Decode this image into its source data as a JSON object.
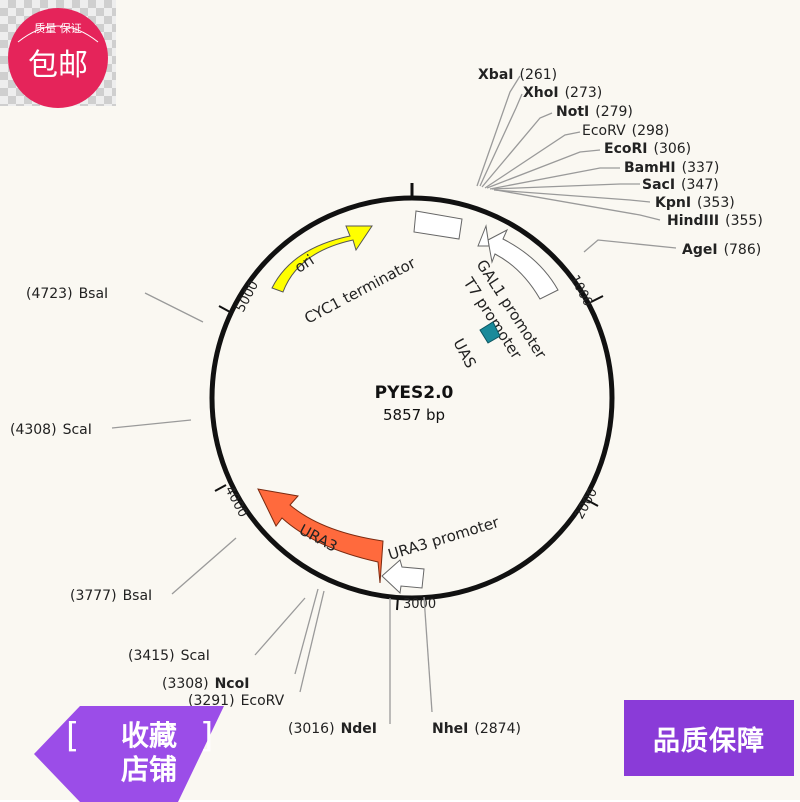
{
  "plasmid": {
    "name": "PYES2.0",
    "size": "5857 bp",
    "length": 5857,
    "ticks": [
      {
        "value": 1000,
        "label": "1000"
      },
      {
        "value": 2000,
        "label": "2000"
      },
      {
        "value": 3000,
        "label": "3000"
      },
      {
        "value": 4000,
        "label": "4000"
      },
      {
        "value": 5000,
        "label": "5000"
      }
    ]
  },
  "sites": [
    {
      "id": "xbai",
      "name": "XbaI",
      "pos": "(261)",
      "bold": true
    },
    {
      "id": "xhoi",
      "name": "XhoI",
      "pos": "(273)",
      "bold": true
    },
    {
      "id": "noti",
      "name": "NotI",
      "pos": "(279)",
      "bold": true
    },
    {
      "id": "ecorv1",
      "name": "EcoRV",
      "pos": "(298)",
      "bold": false
    },
    {
      "id": "ecori",
      "name": "EcoRI",
      "pos": "(306)",
      "bold": true
    },
    {
      "id": "bamhi",
      "name": "BamHI",
      "pos": "(337)",
      "bold": true
    },
    {
      "id": "saci",
      "name": "SacI",
      "pos": "(347)",
      "bold": true
    },
    {
      "id": "kpni",
      "name": "KpnI",
      "pos": "(353)",
      "bold": true
    },
    {
      "id": "hindiii",
      "name": "HindIII",
      "pos": "(355)",
      "bold": true
    },
    {
      "id": "agei",
      "name": "AgeI",
      "pos": "(786)",
      "bold": true
    },
    {
      "id": "nhei",
      "name": "NheI",
      "pos": "(2874)",
      "bold": true
    },
    {
      "id": "ndei",
      "name": "NdeI",
      "pos": "(3016)",
      "bold": true
    },
    {
      "id": "ecorv2",
      "name": "EcoRV",
      "pos": "(3291)",
      "bold": false
    },
    {
      "id": "ncoi",
      "name": "NcoI",
      "pos": "(3308)",
      "bold": true
    },
    {
      "id": "scai1",
      "name": "ScaI",
      "pos": "(3415)",
      "bold": false
    },
    {
      "id": "bsai1",
      "name": "BsaI",
      "pos": "(3777)",
      "bold": false
    },
    {
      "id": "scai2",
      "name": "ScaI",
      "pos": "(4308)",
      "bold": false
    },
    {
      "id": "bsai2",
      "name": "BsaI",
      "pos": "(4723)",
      "bold": false
    }
  ],
  "features": [
    {
      "id": "ori",
      "label": "ori",
      "color": "#ffff00"
    },
    {
      "id": "cyc1",
      "label": "CYC1 terminator",
      "color": "#ffffff"
    },
    {
      "id": "gal1",
      "label": "GAL1 promoter",
      "color": "#ffffff"
    },
    {
      "id": "t7",
      "label": "T7 promoter",
      "color": "#ffffff"
    },
    {
      "id": "uas",
      "label": "UAS",
      "color": "#1a8a9a"
    },
    {
      "id": "ura3",
      "label": "URA3",
      "color": "#ff6a3d"
    },
    {
      "id": "ura3p",
      "label": "URA3 promoter",
      "color": "#ffffff"
    }
  ],
  "watermark": {
    "stamp_top": "质量  保证",
    "stamp_main": "包邮",
    "collect_line1": "收藏",
    "collect_line2": "店铺",
    "guarantee": "品质保障",
    "stamp_color": "#e5245a",
    "collect_color": "#9b4de8",
    "guarantee_color": "#8a3bd8"
  }
}
